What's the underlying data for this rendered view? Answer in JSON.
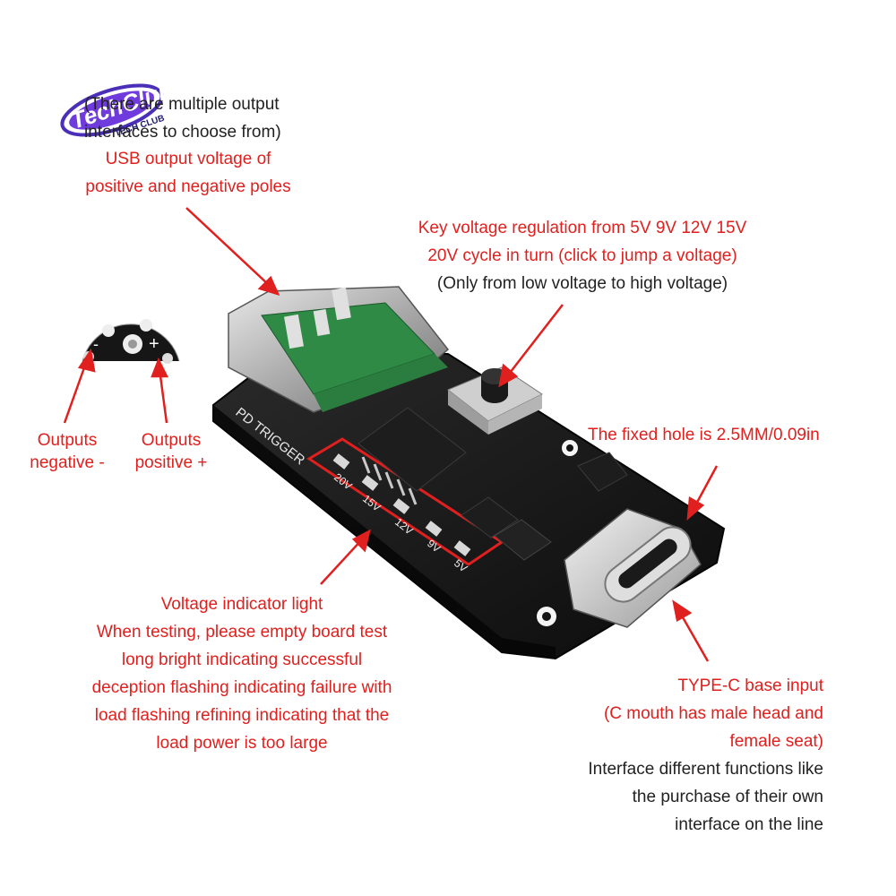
{
  "logo": {
    "text_main": "TechClub",
    "text_sub": "TECH CLUB"
  },
  "top_left": {
    "lines_dark": [
      "(There are multiple output",
      "interfaces to choose from)"
    ],
    "lines_red": [
      "USB output voltage of",
      "positive and negative poles"
    ]
  },
  "key_note": {
    "lines_red": [
      "Key voltage regulation from 5V 9V 12V 15V",
      "20V cycle in turn (click to jump a voltage)"
    ],
    "line_dark": "(Only from low voltage to high voltage)"
  },
  "polarity": {
    "minus_mark": "-",
    "plus_mark": "+",
    "neg_label": [
      "Outputs",
      "negative -"
    ],
    "pos_label": [
      "Outputs",
      "positive +"
    ]
  },
  "fixed_hole": "The fixed hole is 2.5MM/0.09in",
  "board": {
    "silk_title": "PD TRIGGER",
    "led_labels": [
      "20V",
      "15V",
      "12V",
      "9V",
      "5V"
    ]
  },
  "indicator": {
    "lines_red": [
      "Voltage indicator light",
      "When testing, please empty board test",
      "long bright indicating successful",
      "deception flashing indicating failure with",
      "load flashing refining indicating that the",
      "load power is too large"
    ]
  },
  "typec": {
    "lines_red": [
      "TYPE-C base input",
      "(C mouth has male head and",
      "female seat)"
    ],
    "lines_dark": [
      "Interface different functions like",
      "the purchase of their own",
      "interface on the line"
    ]
  },
  "colors": {
    "annotation": "#e0201e",
    "text": "#222222",
    "pcb": "#141414",
    "usb_green": "#2f8a45"
  }
}
